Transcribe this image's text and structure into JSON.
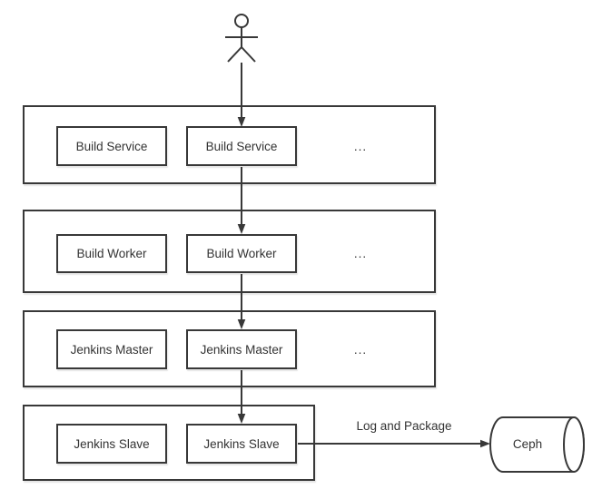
{
  "tiers": [
    {
      "nodes": [
        "Build Service",
        "Build Service"
      ],
      "ellipsis": "..."
    },
    {
      "nodes": [
        "Build Worker",
        "Build Worker"
      ],
      "ellipsis": "..."
    },
    {
      "nodes": [
        "Jenkins Master",
        "Jenkins Master"
      ],
      "ellipsis": "..."
    },
    {
      "nodes": [
        "Jenkins Slave",
        "Jenkins Slave"
      ]
    }
  ],
  "edge": {
    "label": "Log and Package"
  },
  "datastore": {
    "label": "Ceph"
  },
  "icons": {
    "actor": "stick-figure",
    "datastore": "horizontal-cylinder",
    "connector": "filled-arrowhead"
  },
  "colors": {
    "line": "#383838",
    "text": "#333333",
    "background": "#ffffff"
  }
}
